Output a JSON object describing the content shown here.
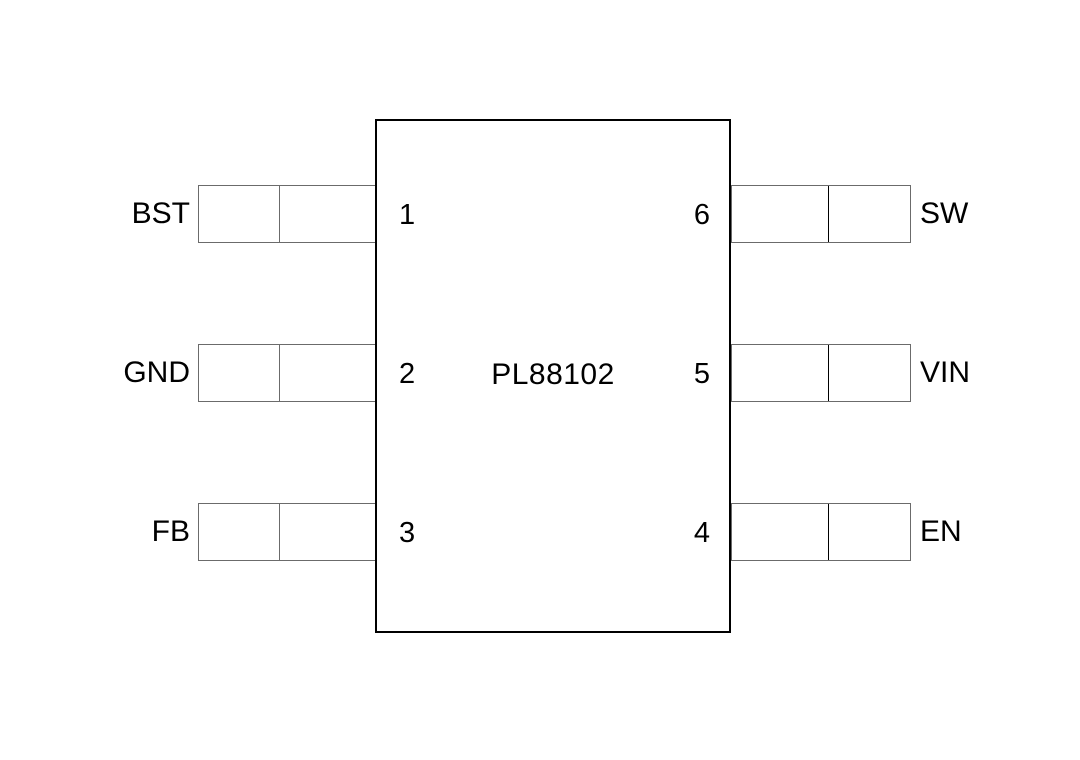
{
  "diagram": {
    "type": "ic-pinout",
    "part_number": "PL88102",
    "package_pin_count": 6,
    "colors": {
      "background": "#ffffff",
      "body_outline": "#000000",
      "lead_outline": "#6b6b6b",
      "text": "#000000"
    },
    "pins": [
      {
        "number": "1",
        "name": "BST",
        "side": "left",
        "row": 1
      },
      {
        "number": "2",
        "name": "GND",
        "side": "left",
        "row": 2
      },
      {
        "number": "3",
        "name": "FB",
        "side": "left",
        "row": 3
      },
      {
        "number": "4",
        "name": "EN",
        "side": "right",
        "row": 3
      },
      {
        "number": "5",
        "name": "VIN",
        "side": "right",
        "row": 2
      },
      {
        "number": "6",
        "name": "SW",
        "side": "right",
        "row": 1
      }
    ]
  }
}
